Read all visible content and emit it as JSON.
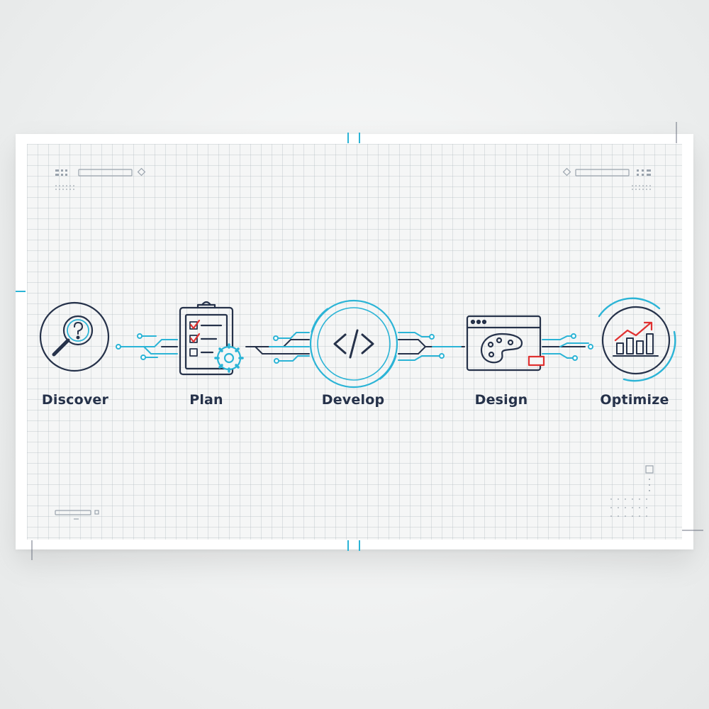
{
  "steps": [
    {
      "label": "Discover",
      "icon": "magnifier-question-icon"
    },
    {
      "label": "Plan",
      "icon": "clipboard-checklist-gear-icon"
    },
    {
      "label": "Develop",
      "icon": "code-brackets-icon"
    },
    {
      "label": "Design",
      "icon": "browser-palette-icon"
    },
    {
      "label": "Optimize",
      "icon": "bar-chart-growth-icon"
    }
  ],
  "colors": {
    "outline": "#26324a",
    "accent": "#2bb4d6",
    "highlight": "#e03131",
    "label": "#26324a"
  }
}
